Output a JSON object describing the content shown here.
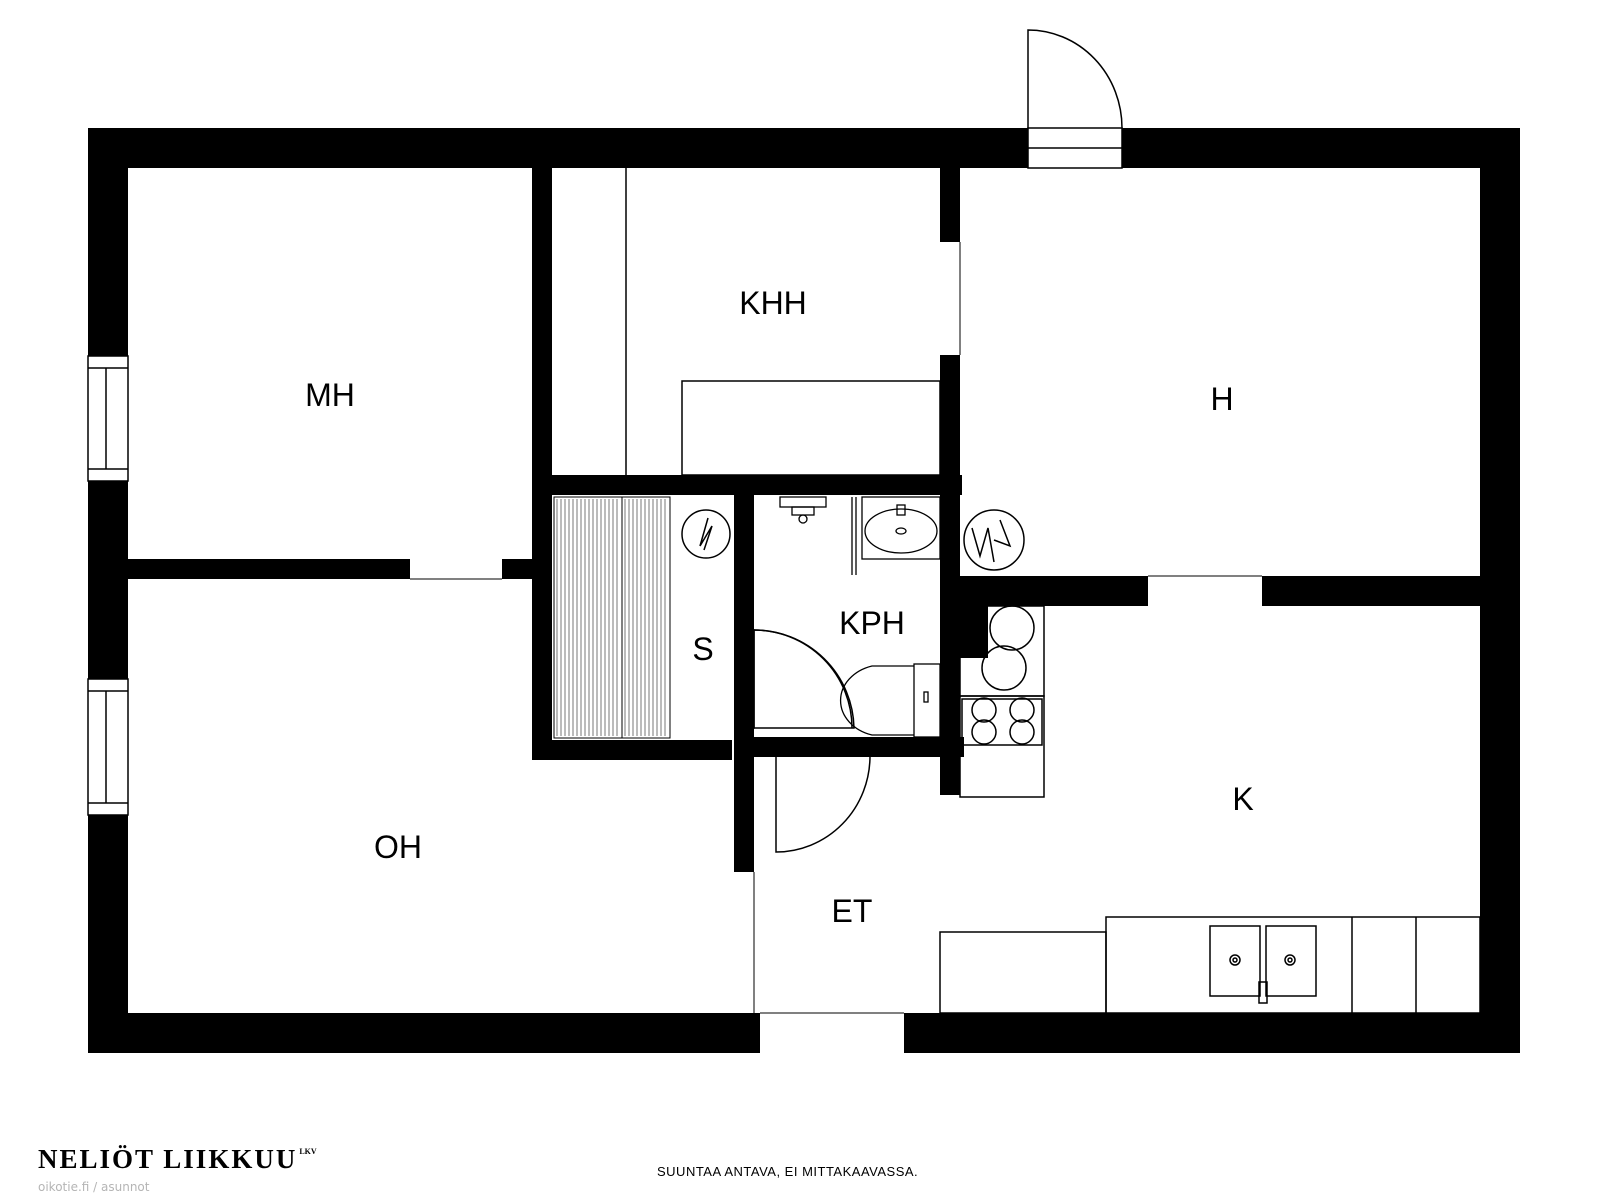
{
  "rooms": {
    "mh": "MH",
    "khh": "KHH",
    "h": "H",
    "s": "S",
    "kph": "KPH",
    "oh": "OH",
    "k": "K",
    "et": "ET"
  },
  "footer": {
    "brand": "NELIÖT LIIKKUU",
    "brand_suffix": "LKV",
    "disclaimer": "SUUNTAA ANTAVA, EI MITTAKAAVASSA.",
    "watermark": "oikotie.fi / asunnot"
  },
  "colors": {
    "wall": "#000000",
    "line": "#000000",
    "background": "#ffffff",
    "watermark": "#b5b5b5"
  }
}
